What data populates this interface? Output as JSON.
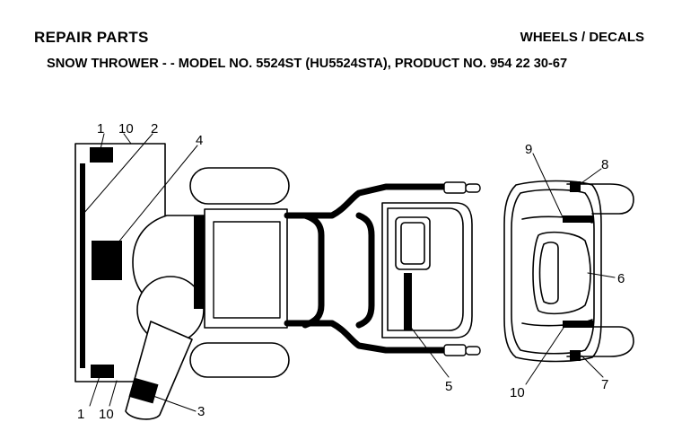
{
  "header": {
    "section": "REPAIR PARTS",
    "category": "WHEELS / DECALS",
    "model_line": "SNOW THROWER - - MODEL NO. 5524ST (HU5524STA), PRODUCT NO. 954 22 30-67"
  },
  "callouts": {
    "c1_top": "1",
    "c10_top": "10",
    "c2": "2",
    "c4": "4",
    "c1_bottom": "1",
    "c10_bottom": "10",
    "c3": "3",
    "c5": "5",
    "c9": "9",
    "c8": "8",
    "c6": "6",
    "c10_right": "10",
    "c7": "7"
  }
}
